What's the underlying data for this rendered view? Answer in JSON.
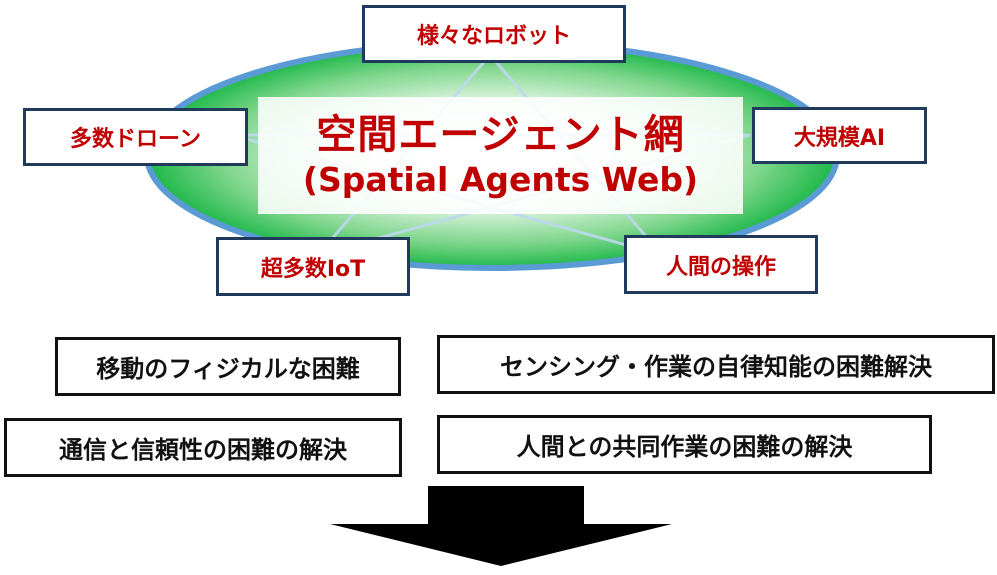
{
  "center": {
    "title": "空間エージェント網",
    "subtitle": "(Spatial Agents Web)"
  },
  "agents": {
    "top": "様々なロボット",
    "left": "多数ドローン",
    "right": "大規模AI",
    "bottom_left": "超多数IoT",
    "bottom_right": "人間の操作"
  },
  "challenges": [
    "移動のフィジカルな困難",
    "センシング・作業の自律知能の困難解決",
    "通信と信頼性の困難の解決",
    "人間との共同作業の困難の解決"
  ],
  "colors": {
    "agent_text": "#c00000",
    "ellipse_edge": "#5b9bd5",
    "ellipse_fill_center": "#ffffff",
    "ellipse_fill_outer": "#1fb84a",
    "arrow": "#000000"
  }
}
